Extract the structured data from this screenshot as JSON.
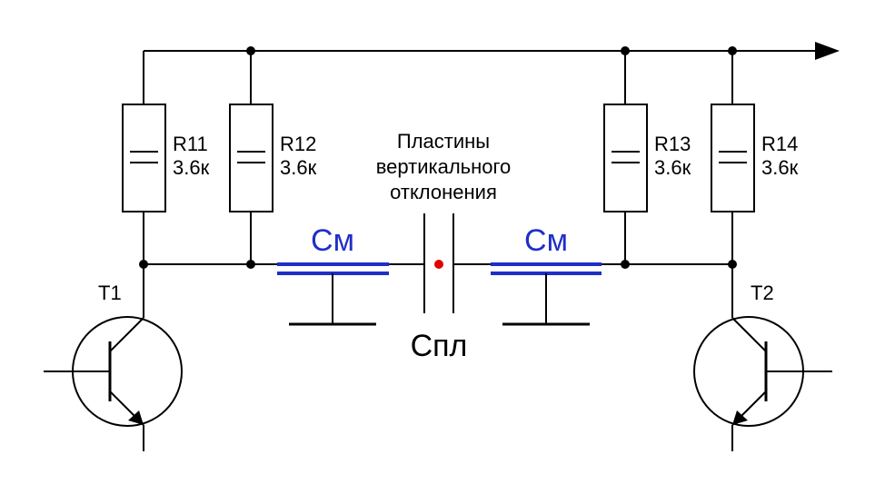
{
  "resistors": [
    {
      "name": "R11",
      "value": "3.6к"
    },
    {
      "name": "R12",
      "value": "3.6к"
    },
    {
      "name": "R13",
      "value": "3.6к"
    },
    {
      "name": "R14",
      "value": "3.6к"
    }
  ],
  "plates_label": [
    "Пластины",
    "вертикального",
    "отклонения"
  ],
  "mounting_capacitor_label": "См",
  "plate_capacitance_label": "Спл",
  "transistors": [
    {
      "name": "T1"
    },
    {
      "name": "T2"
    }
  ],
  "colors": {
    "wire": "#000000",
    "capacitor": "#1f2fc8",
    "center_dot": "#e00000"
  }
}
